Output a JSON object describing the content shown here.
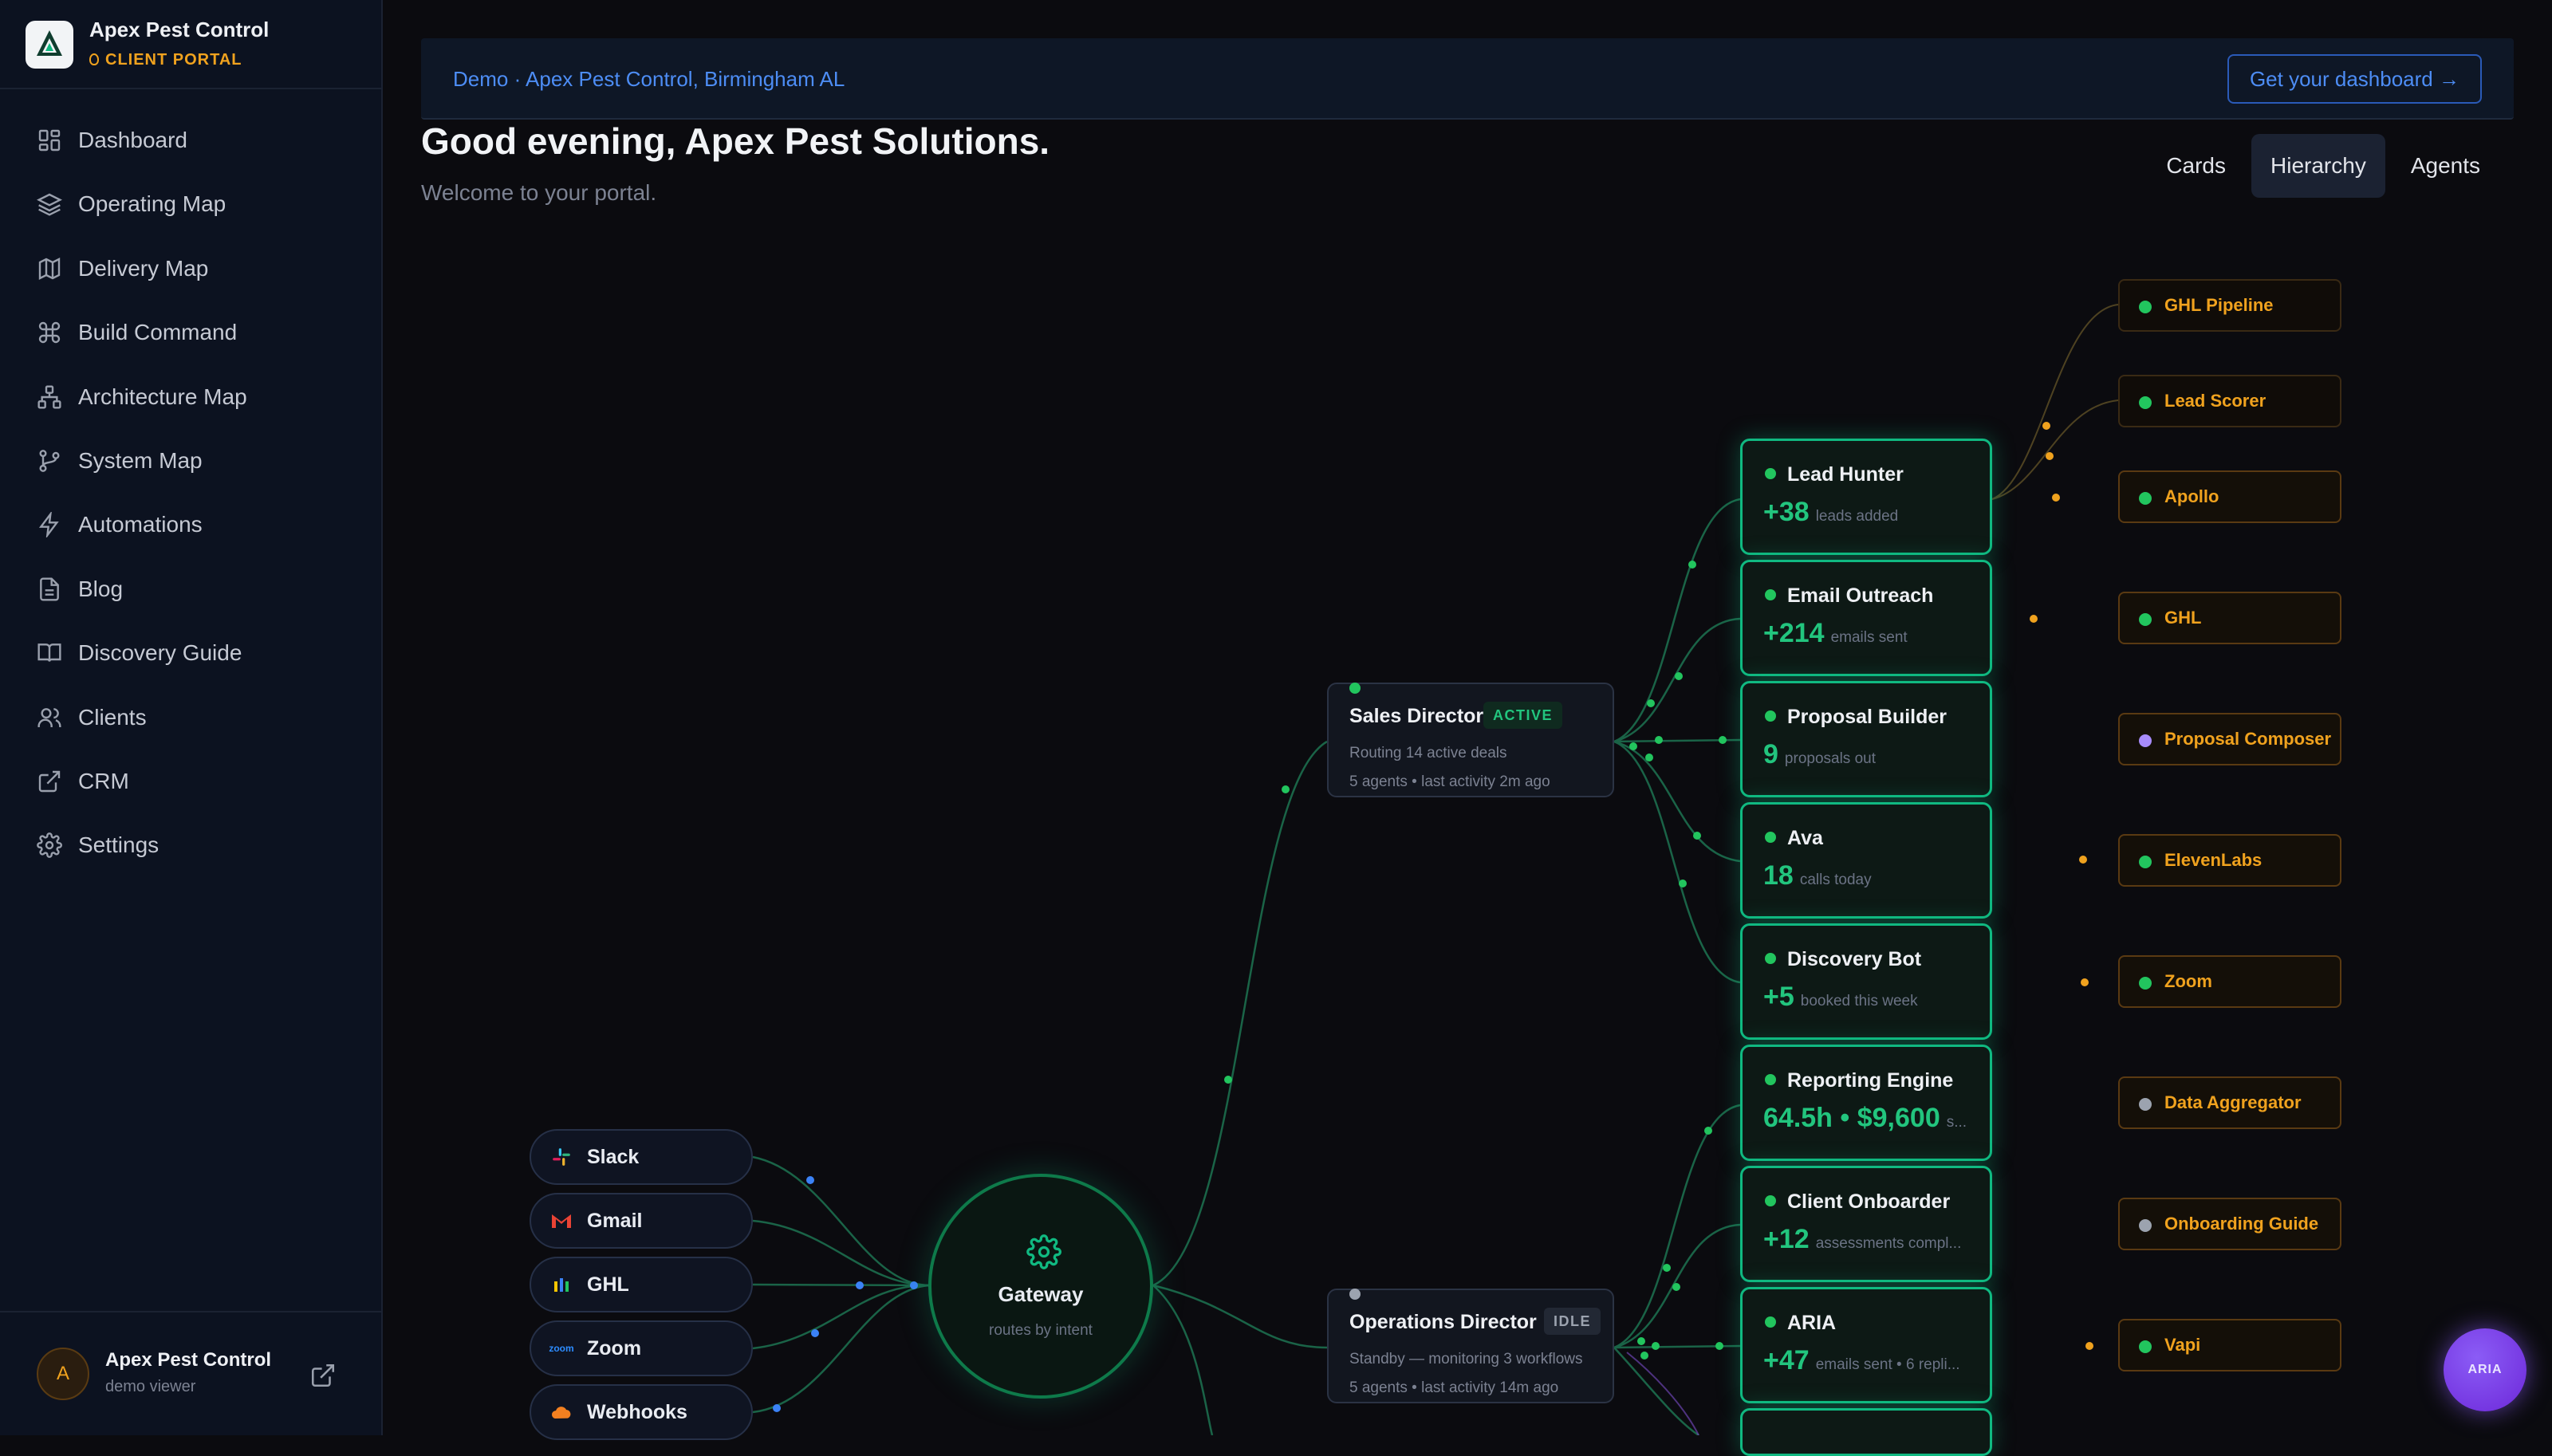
{
  "brand": {
    "name": "Apex Pest Control",
    "tag": "CLIENT PORTAL"
  },
  "nav": [
    {
      "label": "Dashboard",
      "icon": "dashboard-icon"
    },
    {
      "label": "Operating Map",
      "icon": "layers-icon"
    },
    {
      "label": "Delivery Map",
      "icon": "map-icon"
    },
    {
      "label": "Build Command",
      "icon": "command-icon"
    },
    {
      "label": "Architecture Map",
      "icon": "network-icon"
    },
    {
      "label": "System Map",
      "icon": "git-branch-icon"
    },
    {
      "label": "Automations",
      "icon": "lightning-icon"
    },
    {
      "label": "Blog",
      "icon": "document-icon"
    },
    {
      "label": "Discovery Guide",
      "icon": "book-icon"
    },
    {
      "label": "Clients",
      "icon": "users-icon"
    },
    {
      "label": "CRM",
      "icon": "external-link-icon"
    },
    {
      "label": "Settings",
      "icon": "gear-icon"
    }
  ],
  "user": {
    "initial": "A",
    "name": "Apex Pest Control",
    "role": "demo viewer"
  },
  "banner": {
    "text": "Demo · Apex Pest Control, Birmingham AL",
    "button": "Get your dashboard →"
  },
  "greeting": {
    "title": "Good evening, Apex Pest Solutions.",
    "subtitle": "Welcome to your portal."
  },
  "tabs": [
    {
      "label": "Cards"
    },
    {
      "label": "Hierarchy",
      "active": true
    },
    {
      "label": "Agents"
    }
  ],
  "sources": [
    {
      "label": "Slack",
      "icon": "slack-icon"
    },
    {
      "label": "Gmail",
      "icon": "gmail-icon"
    },
    {
      "label": "GHL",
      "icon": "ghl-icon"
    },
    {
      "label": "Zoom",
      "icon": "zoom-icon"
    },
    {
      "label": "Webhooks",
      "icon": "cloud-icon"
    }
  ],
  "gateway": {
    "title": "Gateway",
    "subtitle": "routes by intent"
  },
  "directors": [
    {
      "name": "Sales Director",
      "badge": "ACTIVE",
      "line1": "Routing 14 active deals",
      "line2": "5 agents • last activity 2m ago"
    },
    {
      "name": "Operations Director",
      "badge": "IDLE",
      "line1": "Standby — monitoring 3 workflows",
      "line2": "5 agents • last activity 14m ago"
    }
  ],
  "agents": [
    {
      "name": "Lead Hunter",
      "metric": "+38",
      "unit": "leads added"
    },
    {
      "name": "Email Outreach",
      "metric": "+214",
      "unit": "emails sent"
    },
    {
      "name": "Proposal Builder",
      "metric": "9",
      "unit": "proposals out"
    },
    {
      "name": "Ava",
      "metric": "18",
      "unit": "calls today"
    },
    {
      "name": "Discovery Bot",
      "metric": "+5",
      "unit": "booked this week"
    },
    {
      "name": "Reporting Engine",
      "metric": "64.5h • $9,600",
      "unit": "s..."
    },
    {
      "name": "Client Onboarder",
      "metric": "+12",
      "unit": "assessments compl..."
    },
    {
      "name": "ARIA",
      "metric": "+47",
      "unit": "emails sent • 6 repli..."
    }
  ],
  "tools": [
    {
      "label": "GHL Pipeline",
      "dot": "#22c55e"
    },
    {
      "label": "Lead Scorer",
      "dot": "#22c55e"
    },
    {
      "label": "Apollo",
      "dot": "#22c55e"
    },
    {
      "label": "GHL",
      "dot": "#22c55e"
    },
    {
      "label": "Proposal Composer",
      "dot": "#a78bfa"
    },
    {
      "label": "ElevenLabs",
      "dot": "#22c55e"
    },
    {
      "label": "Zoom",
      "dot": "#22c55e"
    },
    {
      "label": "Data Aggregator",
      "dot": "#9ca3af"
    },
    {
      "label": "Onboarding Guide",
      "dot": "#9ca3af"
    },
    {
      "label": "Vapi",
      "dot": "#22c55e"
    }
  ],
  "fab": {
    "label": "ARIA"
  },
  "colors": {
    "accent": "#10b981",
    "warning": "#f0a21e",
    "link": "#4d8df5",
    "purple": "#8b5cf6"
  }
}
